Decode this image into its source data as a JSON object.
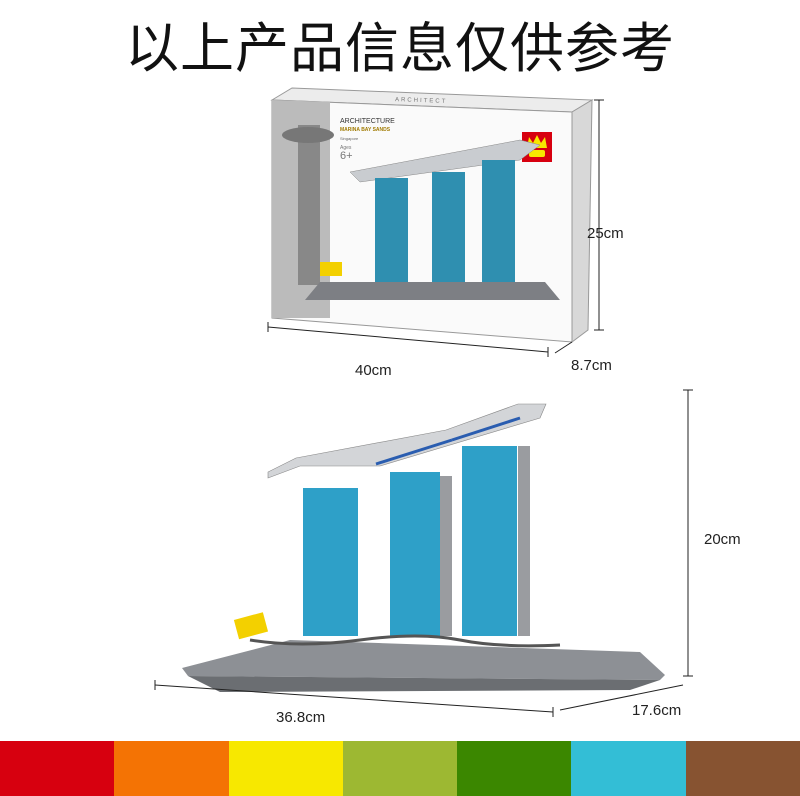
{
  "title": "以上产品信息仅供参考",
  "box": {
    "brand_line": "ARCHITECTURE",
    "product_name": "MARINA BAY SANDS",
    "location": "Singapore",
    "ages_label": "Ages",
    "ages_value": "6+",
    "top_text": "ARCHITECT"
  },
  "box_dimensions": {
    "height": "25cm",
    "width": "40cm",
    "depth": "8.7cm"
  },
  "model_dimensions": {
    "height": "20cm",
    "width": "36.8cm",
    "depth": "17.6cm"
  },
  "color_swatches": [
    "#d7000f",
    "#f47304",
    "#f7e800",
    "#9db832",
    "#3b8700",
    "#33bed6",
    "#875331"
  ]
}
